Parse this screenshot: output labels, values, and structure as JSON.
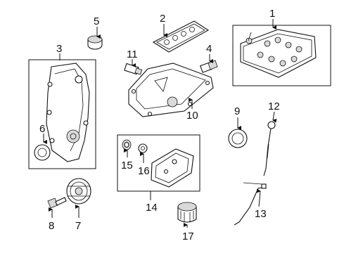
{
  "diagram": {
    "callouts": [
      "1",
      "2",
      "3",
      "4",
      "5",
      "6",
      "7",
      "8",
      "9",
      "10",
      "11",
      "12",
      "13",
      "14",
      "15",
      "16",
      "17"
    ]
  }
}
